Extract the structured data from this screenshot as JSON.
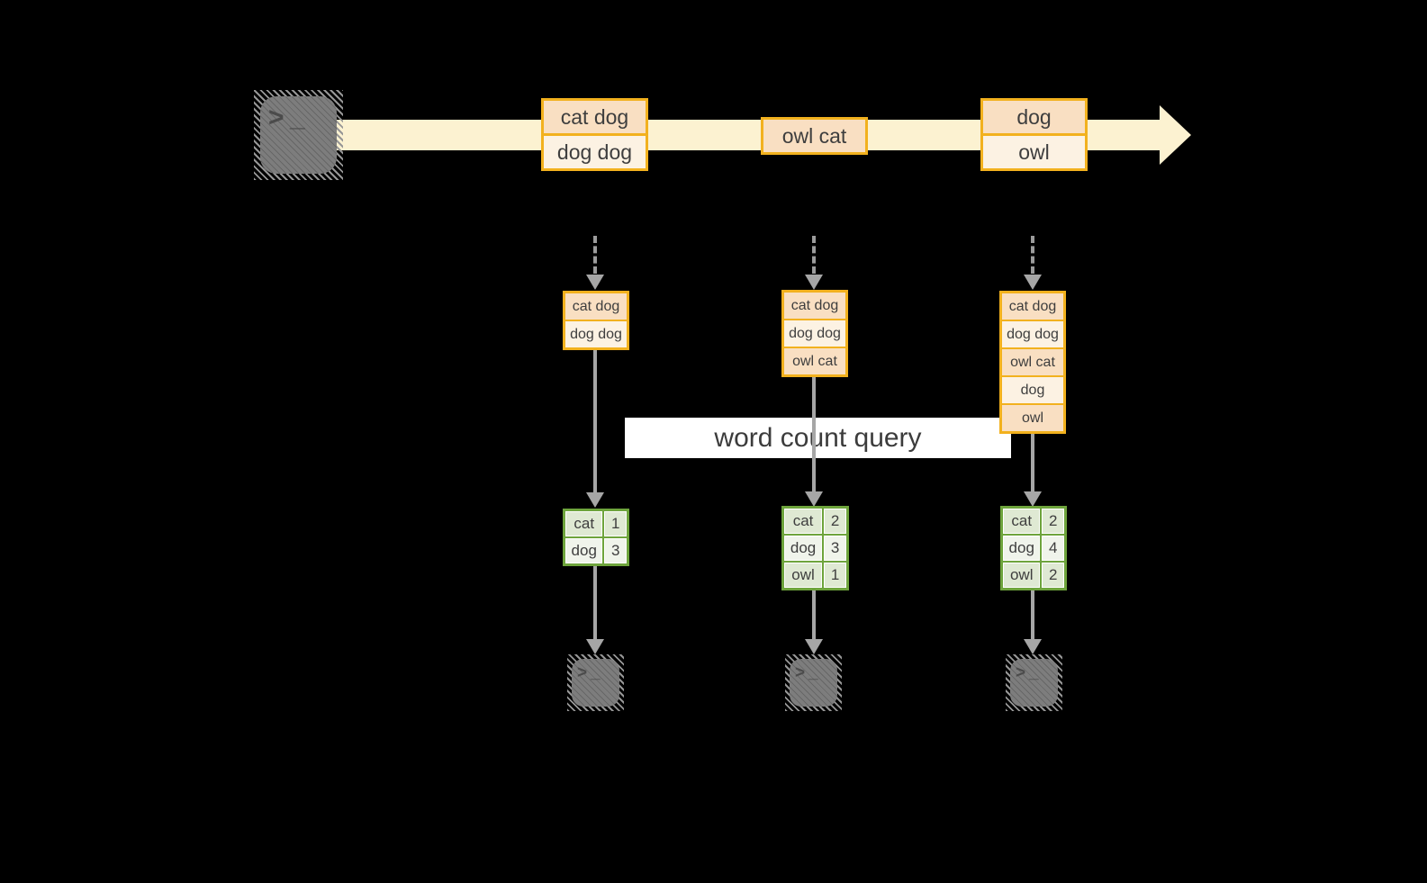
{
  "diagram": {
    "query_label": "word count query",
    "stream": {
      "source_icon": "terminal-icon",
      "batches": [
        {
          "rows": [
            "cat dog",
            "dog dog"
          ]
        },
        {
          "rows": [
            "owl cat"
          ]
        },
        {
          "rows": [
            "dog",
            "owl"
          ]
        }
      ]
    },
    "columns": [
      {
        "state_rows": [
          "cat dog",
          "dog dog"
        ],
        "counts": [
          {
            "word": "cat",
            "count": "1"
          },
          {
            "word": "dog",
            "count": "3"
          }
        ],
        "sink_icon": "terminal-icon"
      },
      {
        "state_rows": [
          "cat dog",
          "dog dog",
          "owl cat"
        ],
        "counts": [
          {
            "word": "cat",
            "count": "2"
          },
          {
            "word": "dog",
            "count": "3"
          },
          {
            "word": "owl",
            "count": "1"
          }
        ],
        "sink_icon": "terminal-icon"
      },
      {
        "state_rows": [
          "cat dog",
          "dog dog",
          "owl cat",
          "dog",
          "owl"
        ],
        "counts": [
          {
            "word": "cat",
            "count": "2"
          },
          {
            "word": "dog",
            "count": "4"
          },
          {
            "word": "owl",
            "count": "2"
          }
        ],
        "sink_icon": "terminal-icon"
      }
    ],
    "terminal_prompt": {
      "chevron": ">",
      "underscore": "_"
    },
    "colors": {
      "background": "#000000",
      "stream_band": "#fcf2d1",
      "box_border": "#f2b11e",
      "box_fill_dark": "#f9dfc2",
      "box_fill_light": "#fcf2e3",
      "table_border": "#6ea43c",
      "table_fill_dark": "#dfe9d3",
      "table_fill_light": "#f0f4eb",
      "arrow_gray": "#a6a6a6",
      "terminal_gray": "#7d7d7d",
      "query_band_bg": "#ffffff",
      "text": "#3e3e3e"
    }
  }
}
